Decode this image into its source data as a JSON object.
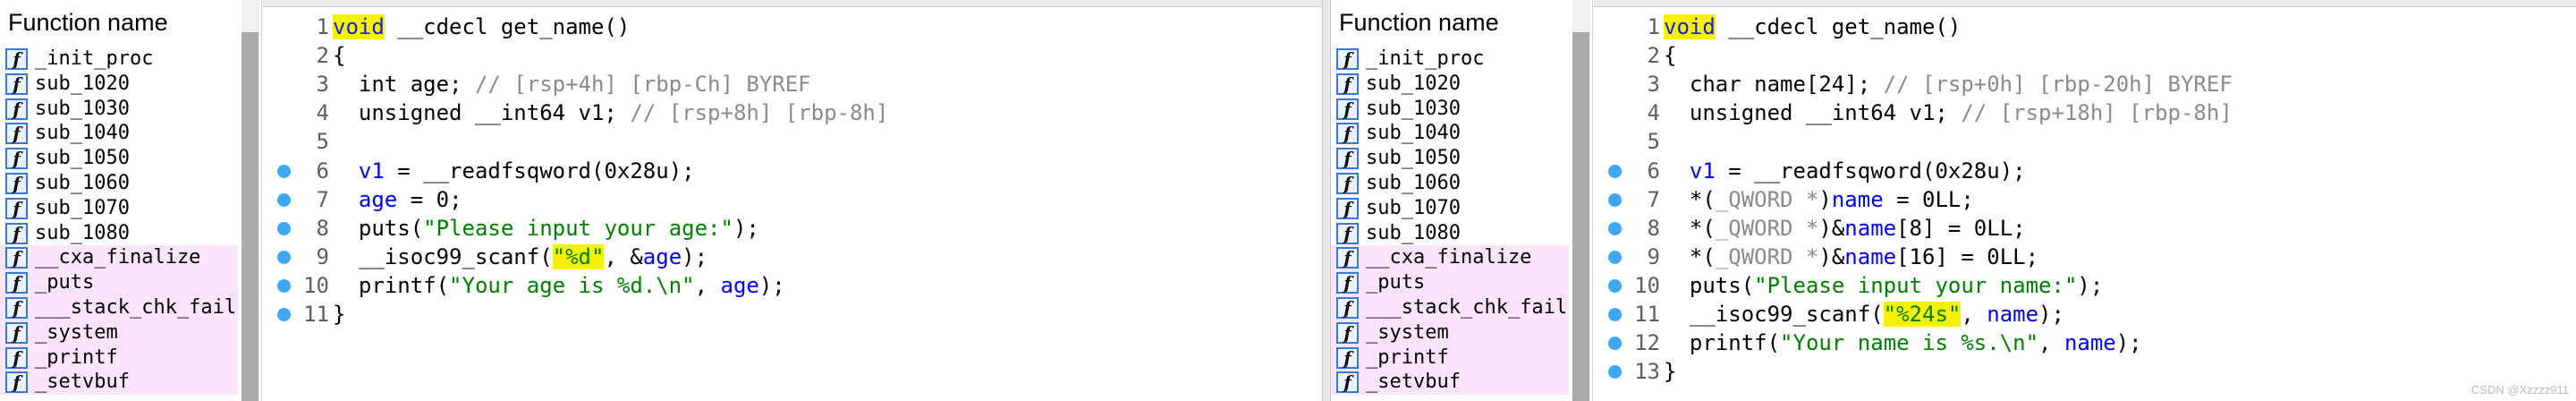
{
  "left": {
    "function_list": {
      "title": "Function name",
      "items": [
        {
          "name": "_init_proc",
          "lib": false
        },
        {
          "name": "sub_1020",
          "lib": false
        },
        {
          "name": "sub_1030",
          "lib": false
        },
        {
          "name": "sub_1040",
          "lib": false
        },
        {
          "name": "sub_1050",
          "lib": false
        },
        {
          "name": "sub_1060",
          "lib": false
        },
        {
          "name": "sub_1070",
          "lib": false
        },
        {
          "name": "sub_1080",
          "lib": false
        },
        {
          "name": "__cxa_finalize",
          "lib": true
        },
        {
          "name": "_puts",
          "lib": true
        },
        {
          "name": "___stack_chk_fail",
          "lib": true
        },
        {
          "name": "_system",
          "lib": true
        },
        {
          "name": "_printf",
          "lib": true
        },
        {
          "name": "_setvbuf",
          "lib": true
        }
      ]
    },
    "code": {
      "lines": [
        {
          "n": "1",
          "dot": false,
          "segs": [
            {
              "t": "void",
              "c": "kw hl"
            },
            {
              "t": " __cdecl get_name()",
              "c": ""
            }
          ]
        },
        {
          "n": "2",
          "dot": false,
          "segs": [
            {
              "t": "{",
              "c": ""
            }
          ]
        },
        {
          "n": "3",
          "dot": false,
          "segs": [
            {
              "t": "  int age; ",
              "c": ""
            },
            {
              "t": "// [rsp+4h] [rbp-Ch] BYREF",
              "c": "cm"
            }
          ]
        },
        {
          "n": "4",
          "dot": false,
          "segs": [
            {
              "t": "  unsigned __int64 v1; ",
              "c": ""
            },
            {
              "t": "// [rsp+8h] [rbp-8h]",
              "c": "cm"
            }
          ]
        },
        {
          "n": "5",
          "dot": false,
          "segs": []
        },
        {
          "n": "6",
          "dot": true,
          "segs": [
            {
              "t": "  ",
              "c": ""
            },
            {
              "t": "v1",
              "c": "vr"
            },
            {
              "t": " = __readfsqword(0x28u);",
              "c": ""
            }
          ]
        },
        {
          "n": "7",
          "dot": true,
          "segs": [
            {
              "t": "  ",
              "c": ""
            },
            {
              "t": "age",
              "c": "vr"
            },
            {
              "t": " = 0;",
              "c": ""
            }
          ]
        },
        {
          "n": "8",
          "dot": true,
          "segs": [
            {
              "t": "  puts(",
              "c": ""
            },
            {
              "t": "\"Please input your age:\"",
              "c": "st"
            },
            {
              "t": ");",
              "c": ""
            }
          ]
        },
        {
          "n": "9",
          "dot": true,
          "segs": [
            {
              "t": "  __isoc99_scanf(",
              "c": ""
            },
            {
              "t": "\"%d\"",
              "c": "st hl"
            },
            {
              "t": ", &",
              "c": ""
            },
            {
              "t": "age",
              "c": "vr"
            },
            {
              "t": ");",
              "c": ""
            }
          ]
        },
        {
          "n": "10",
          "dot": true,
          "segs": [
            {
              "t": "  printf(",
              "c": ""
            },
            {
              "t": "\"Your age is %d.\\n\"",
              "c": "st"
            },
            {
              "t": ", ",
              "c": ""
            },
            {
              "t": "age",
              "c": "vr"
            },
            {
              "t": ");",
              "c": ""
            }
          ]
        },
        {
          "n": "11",
          "dot": true,
          "segs": [
            {
              "t": "}",
              "c": ""
            }
          ]
        }
      ]
    }
  },
  "right": {
    "function_list": {
      "title": "Function name",
      "items": [
        {
          "name": "_init_proc",
          "lib": false
        },
        {
          "name": "sub_1020",
          "lib": false
        },
        {
          "name": "sub_1030",
          "lib": false
        },
        {
          "name": "sub_1040",
          "lib": false
        },
        {
          "name": "sub_1050",
          "lib": false
        },
        {
          "name": "sub_1060",
          "lib": false
        },
        {
          "name": "sub_1070",
          "lib": false
        },
        {
          "name": "sub_1080",
          "lib": false
        },
        {
          "name": "__cxa_finalize",
          "lib": true
        },
        {
          "name": "_puts",
          "lib": true
        },
        {
          "name": "___stack_chk_fail",
          "lib": true
        },
        {
          "name": "_system",
          "lib": true
        },
        {
          "name": "_printf",
          "lib": true
        },
        {
          "name": "_setvbuf",
          "lib": true
        }
      ]
    },
    "code": {
      "lines": [
        {
          "n": "1",
          "dot": false,
          "segs": [
            {
              "t": "void",
              "c": "kw hl"
            },
            {
              "t": " __cdecl get_name()",
              "c": ""
            }
          ]
        },
        {
          "n": "2",
          "dot": false,
          "segs": [
            {
              "t": "{",
              "c": ""
            }
          ]
        },
        {
          "n": "3",
          "dot": false,
          "segs": [
            {
              "t": "  char name[24]; ",
              "c": ""
            },
            {
              "t": "// [rsp+0h] [rbp-20h] BYREF",
              "c": "cm"
            }
          ]
        },
        {
          "n": "4",
          "dot": false,
          "segs": [
            {
              "t": "  unsigned __int64 v1; ",
              "c": ""
            },
            {
              "t": "// [rsp+18h] [rbp-8h]",
              "c": "cm"
            }
          ]
        },
        {
          "n": "5",
          "dot": false,
          "segs": []
        },
        {
          "n": "6",
          "dot": true,
          "segs": [
            {
              "t": "  ",
              "c": ""
            },
            {
              "t": "v1",
              "c": "vr"
            },
            {
              "t": " = __readfsqword(0x28u);",
              "c": ""
            }
          ]
        },
        {
          "n": "7",
          "dot": true,
          "segs": [
            {
              "t": "  *(",
              "c": ""
            },
            {
              "t": "_QWORD *",
              "c": "cm"
            },
            {
              "t": ")",
              "c": ""
            },
            {
              "t": "name",
              "c": "vr"
            },
            {
              "t": " = 0LL;",
              "c": ""
            }
          ]
        },
        {
          "n": "8",
          "dot": true,
          "segs": [
            {
              "t": "  *(",
              "c": ""
            },
            {
              "t": "_QWORD *",
              "c": "cm"
            },
            {
              "t": ")&",
              "c": ""
            },
            {
              "t": "name",
              "c": "vr"
            },
            {
              "t": "[8] = 0LL;",
              "c": ""
            }
          ]
        },
        {
          "n": "9",
          "dot": true,
          "segs": [
            {
              "t": "  *(",
              "c": ""
            },
            {
              "t": "_QWORD *",
              "c": "cm"
            },
            {
              "t": ")&",
              "c": ""
            },
            {
              "t": "name",
              "c": "vr"
            },
            {
              "t": "[16] = 0LL;",
              "c": ""
            }
          ]
        },
        {
          "n": "10",
          "dot": true,
          "segs": [
            {
              "t": "  puts(",
              "c": ""
            },
            {
              "t": "\"Please input your name:\"",
              "c": "st"
            },
            {
              "t": ");",
              "c": ""
            }
          ]
        },
        {
          "n": "11",
          "dot": true,
          "segs": [
            {
              "t": "  __isoc99_scanf(",
              "c": ""
            },
            {
              "t": "\"%24s\"",
              "c": "st hl"
            },
            {
              "t": ", ",
              "c": ""
            },
            {
              "t": "name",
              "c": "vr"
            },
            {
              "t": ");",
              "c": ""
            }
          ]
        },
        {
          "n": "12",
          "dot": true,
          "segs": [
            {
              "t": "  printf(",
              "c": ""
            },
            {
              "t": "\"Your name is %s.\\n\"",
              "c": "st"
            },
            {
              "t": ", ",
              "c": ""
            },
            {
              "t": "name",
              "c": "vr"
            },
            {
              "t": ");",
              "c": ""
            }
          ]
        },
        {
          "n": "13",
          "dot": true,
          "segs": [
            {
              "t": "}",
              "c": ""
            }
          ]
        }
      ]
    }
  },
  "function_icon_glyph": "f",
  "watermark": "CSDN @Xzzzz911",
  "colors": {
    "keyword": "#1d1dde",
    "variable": "#0000ff",
    "comment": "#8a8a8a",
    "string": "#008000",
    "highlight": "#f6f100",
    "breakpoint_dot": "#3ea9f2",
    "library_row": "#fce4fc"
  }
}
